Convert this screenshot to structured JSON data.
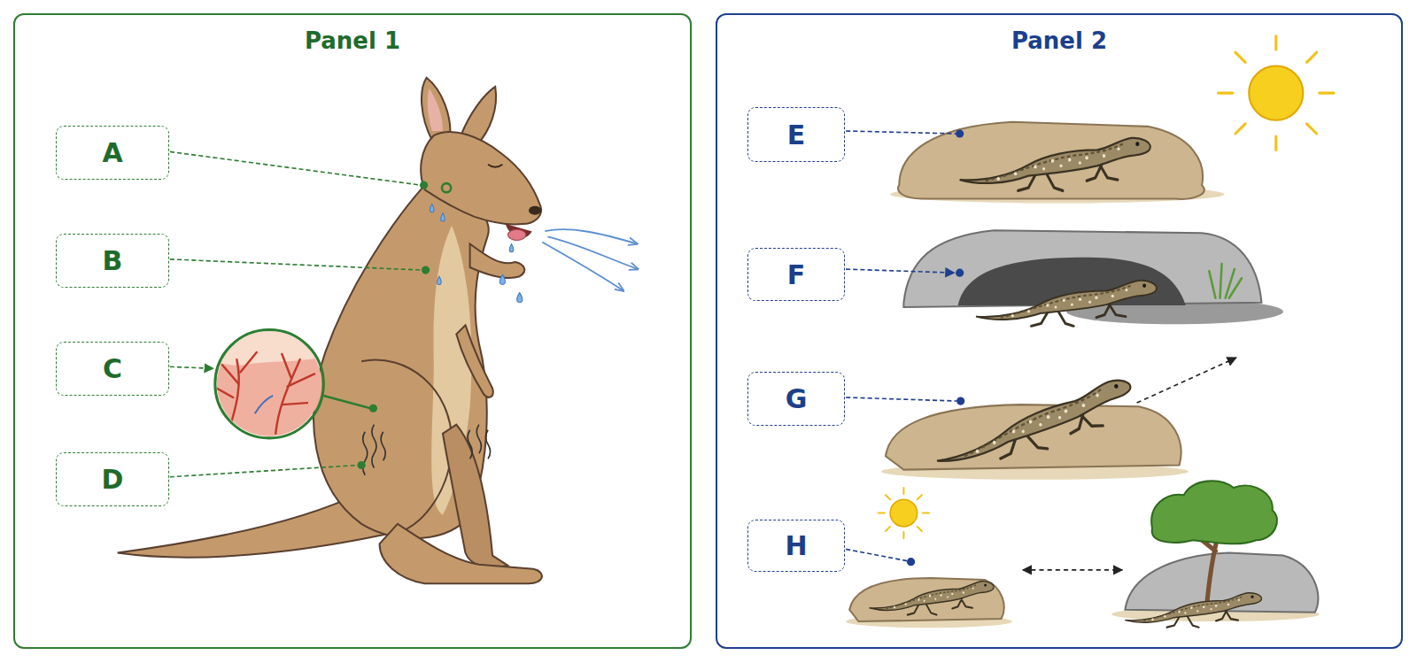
{
  "diagram": {
    "nodes": [
      {
        "text": [
          "Panel 1"
        ]
      },
      {
        "text": [
          "A"
        ],
        "in": 0
      },
      {
        "text": [
          "B"
        ],
        "in": 0
      },
      {
        "text": [
          "C"
        ],
        "in": 0
      },
      {
        "text": [
          "D"
        ],
        "in": 0
      },
      {
        "text": [
          "Panel 2"
        ]
      },
      {
        "text": [
          "E"
        ],
        "in": 5
      },
      {
        "text": [
          "F"
        ],
        "in": 5
      },
      {
        "text": [
          "G"
        ],
        "in": 5
      },
      {
        "text": [
          "H"
        ],
        "in": 5
      }
    ]
  }
}
